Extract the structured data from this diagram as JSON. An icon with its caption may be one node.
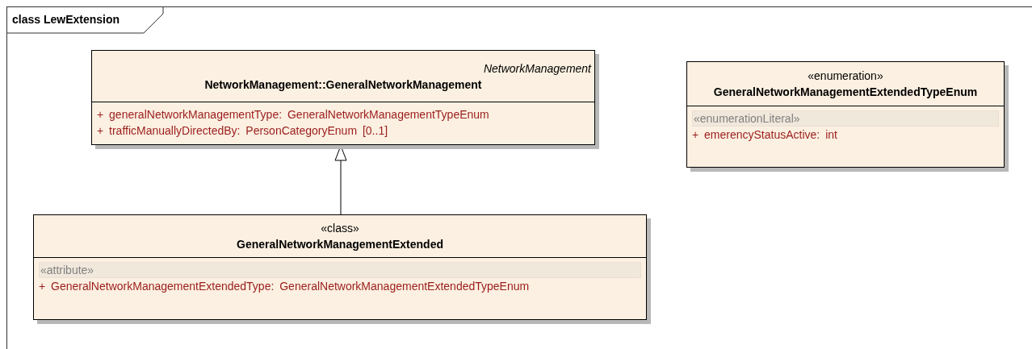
{
  "diagram": {
    "title": "class LewExtension",
    "nodes": [
      {
        "text": [
          "NetworkManagement",
          "NetworkManagement::GeneralNetworkManagement"
        ]
      },
      {
        "text": [
          "+ generalNetworkManagementType: GeneralNetworkManagementTypeEnum",
          "+ trafficManuallyDirectedBy: PersonCategoryEnum [0..1]"
        ],
        "in": 0
      },
      {
        "text": [
          "«class»",
          "GeneralNetworkManagementExtended"
        ]
      },
      {
        "text": [
          "«attribute»",
          "+ GeneralNetworkManagementExtendedType: GeneralNetworkManagementExtendedTypeEnum"
        ],
        "in": 2
      },
      {
        "text": [
          "«enumeration»",
          "GeneralNetworkManagementExtendedTypeEnum"
        ]
      },
      {
        "text": [
          "«enumerationLiteral»",
          "+ emerencyStatusActive: int"
        ],
        "in": 4
      }
    ],
    "edges": [
      {
        "from": 2,
        "to": 0,
        "arrow": "to"
      }
    ]
  }
}
